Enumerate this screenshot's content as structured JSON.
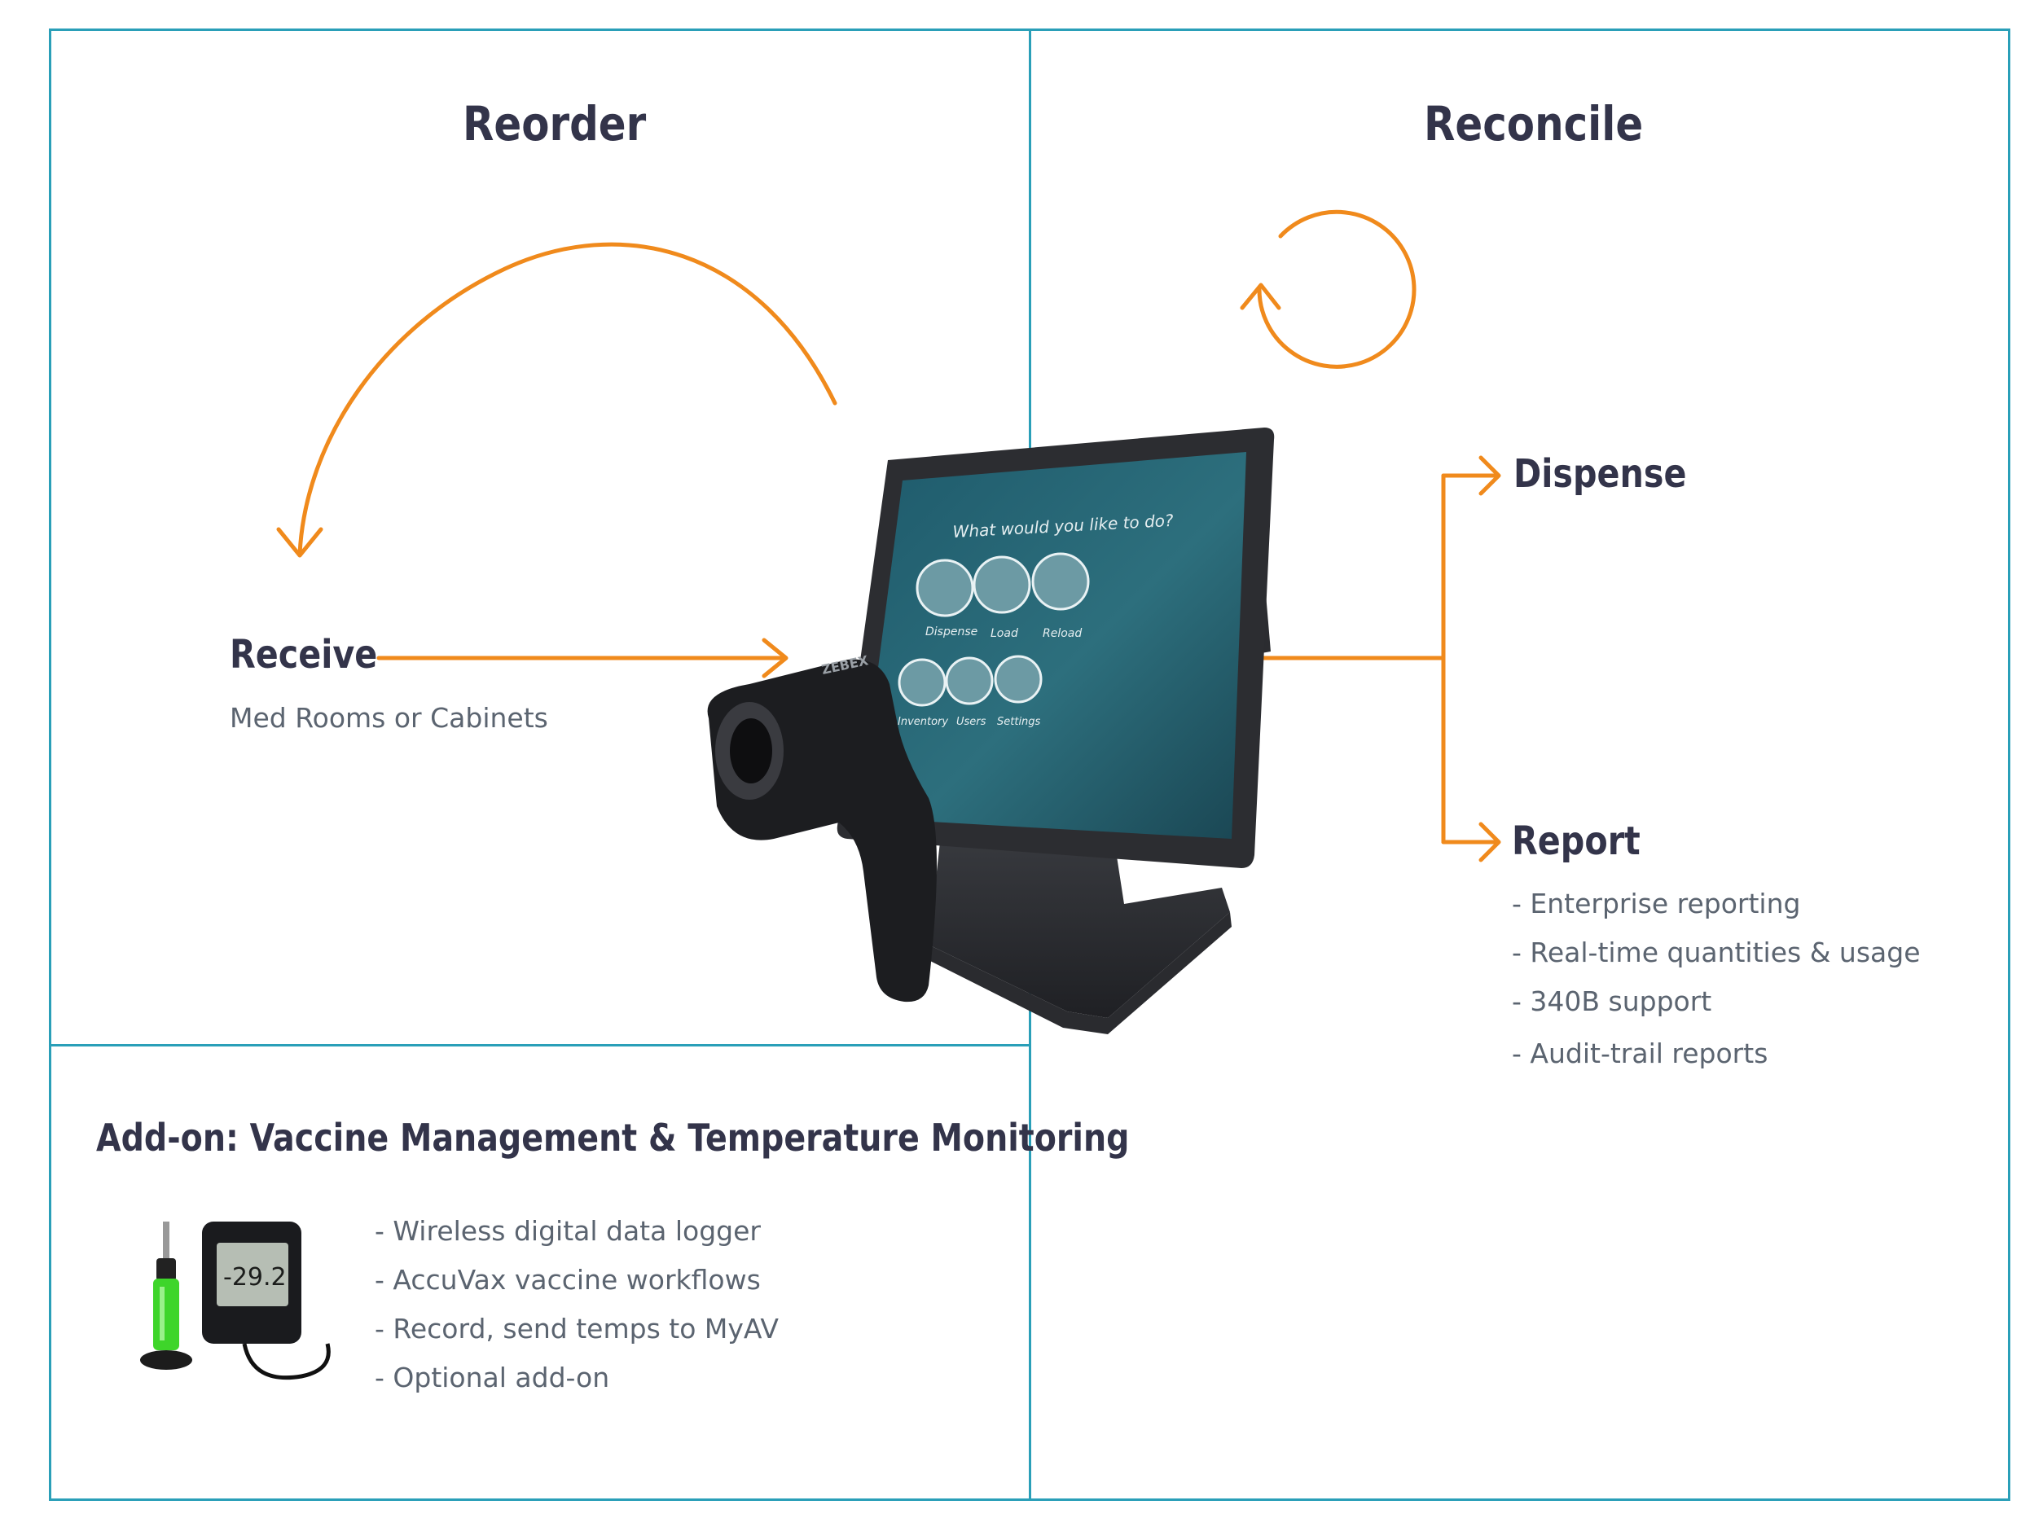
{
  "sections": {
    "reorder": {
      "title": "Reorder"
    },
    "reconcile": {
      "title": "Reconcile"
    },
    "receive": {
      "title": "Receive",
      "subtitle": "Med Rooms or Cabinets"
    },
    "dispense": {
      "title": "Dispense"
    },
    "report": {
      "title": "Report",
      "items": [
        "- Enterprise reporting",
        "- Real-time quantities & usage",
        "- 340B support",
        "- Audit-trail reports"
      ]
    },
    "addon": {
      "title": "Add-on: Vaccine Management & Temperature Monitoring",
      "items": [
        "- Wireless digital data logger",
        "- AccuVax vaccine workflows",
        "- Record, send temps to MyAV",
        "- Optional add-on"
      ]
    }
  },
  "kiosk": {
    "prompt": "What would you like to do?",
    "buttons": [
      "Dispense",
      "Load",
      "Reload",
      "Inventory",
      "Users",
      "Settings"
    ],
    "scanner_brand": "ZEBEX"
  },
  "logger": {
    "display": "-29.2"
  },
  "colors": {
    "frame": "#2a9fb8",
    "arrow": "#f08a1c",
    "heading": "#33344a",
    "text": "#5b6470"
  }
}
